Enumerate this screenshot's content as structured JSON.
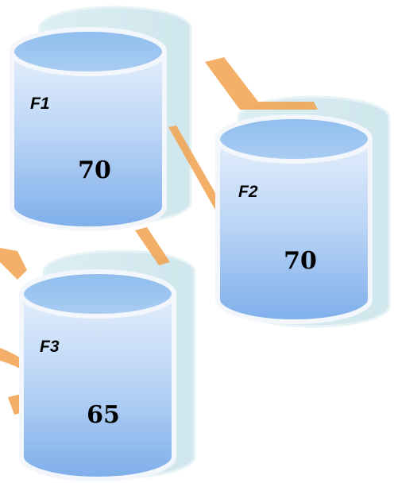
{
  "colors": {
    "background": "#ffffff",
    "cylinder_top": "#9ec6f0",
    "cylinder_body_light": "#dce9fb",
    "cylinder_body_dark": "#80b0ec",
    "cylinder_rim": "#f3f6fa",
    "ghost_cylinder": "#d3eaf0",
    "connector": "#f2a24e"
  },
  "cylinders": [
    {
      "id": "f1",
      "label": "F1",
      "value": "70"
    },
    {
      "id": "f2",
      "label": "F2",
      "value": "70"
    },
    {
      "id": "f3",
      "label": "F3",
      "value": "65"
    }
  ]
}
